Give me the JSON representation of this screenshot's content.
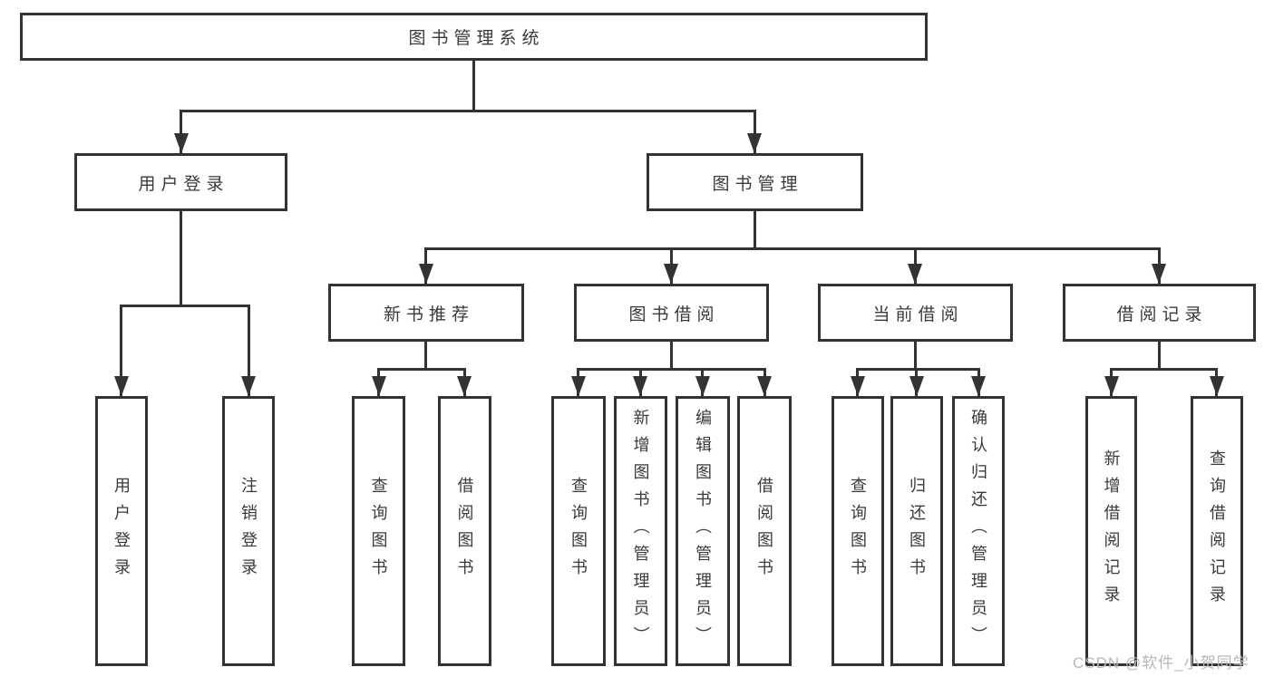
{
  "root": {
    "label": "图书管理系统"
  },
  "branches": [
    {
      "label": "用户登录",
      "children": [
        "用户登录",
        "注销登录"
      ]
    },
    {
      "label": "图书管理",
      "sections": [
        {
          "label": "新书推荐",
          "children": [
            "查询图书",
            "借阅图书"
          ]
        },
        {
          "label": "图书借阅",
          "children": [
            "查询图书",
            "新增图书（管理员）",
            "编辑图书（管理员）",
            "借阅图书"
          ]
        },
        {
          "label": "当前借阅",
          "children": [
            "查询图书",
            "归还图书",
            "确认归还（管理员）"
          ]
        },
        {
          "label": "借阅记录",
          "children": [
            "新增借阅记录",
            "查询借阅记录"
          ]
        }
      ]
    }
  ],
  "watermark": {
    "text": "CSDN @软件_小贺同学"
  },
  "colors": {
    "line": "#333333",
    "text": "#3a3a3a",
    "watermark": "#b6b6bd",
    "background": "#ffffff"
  }
}
